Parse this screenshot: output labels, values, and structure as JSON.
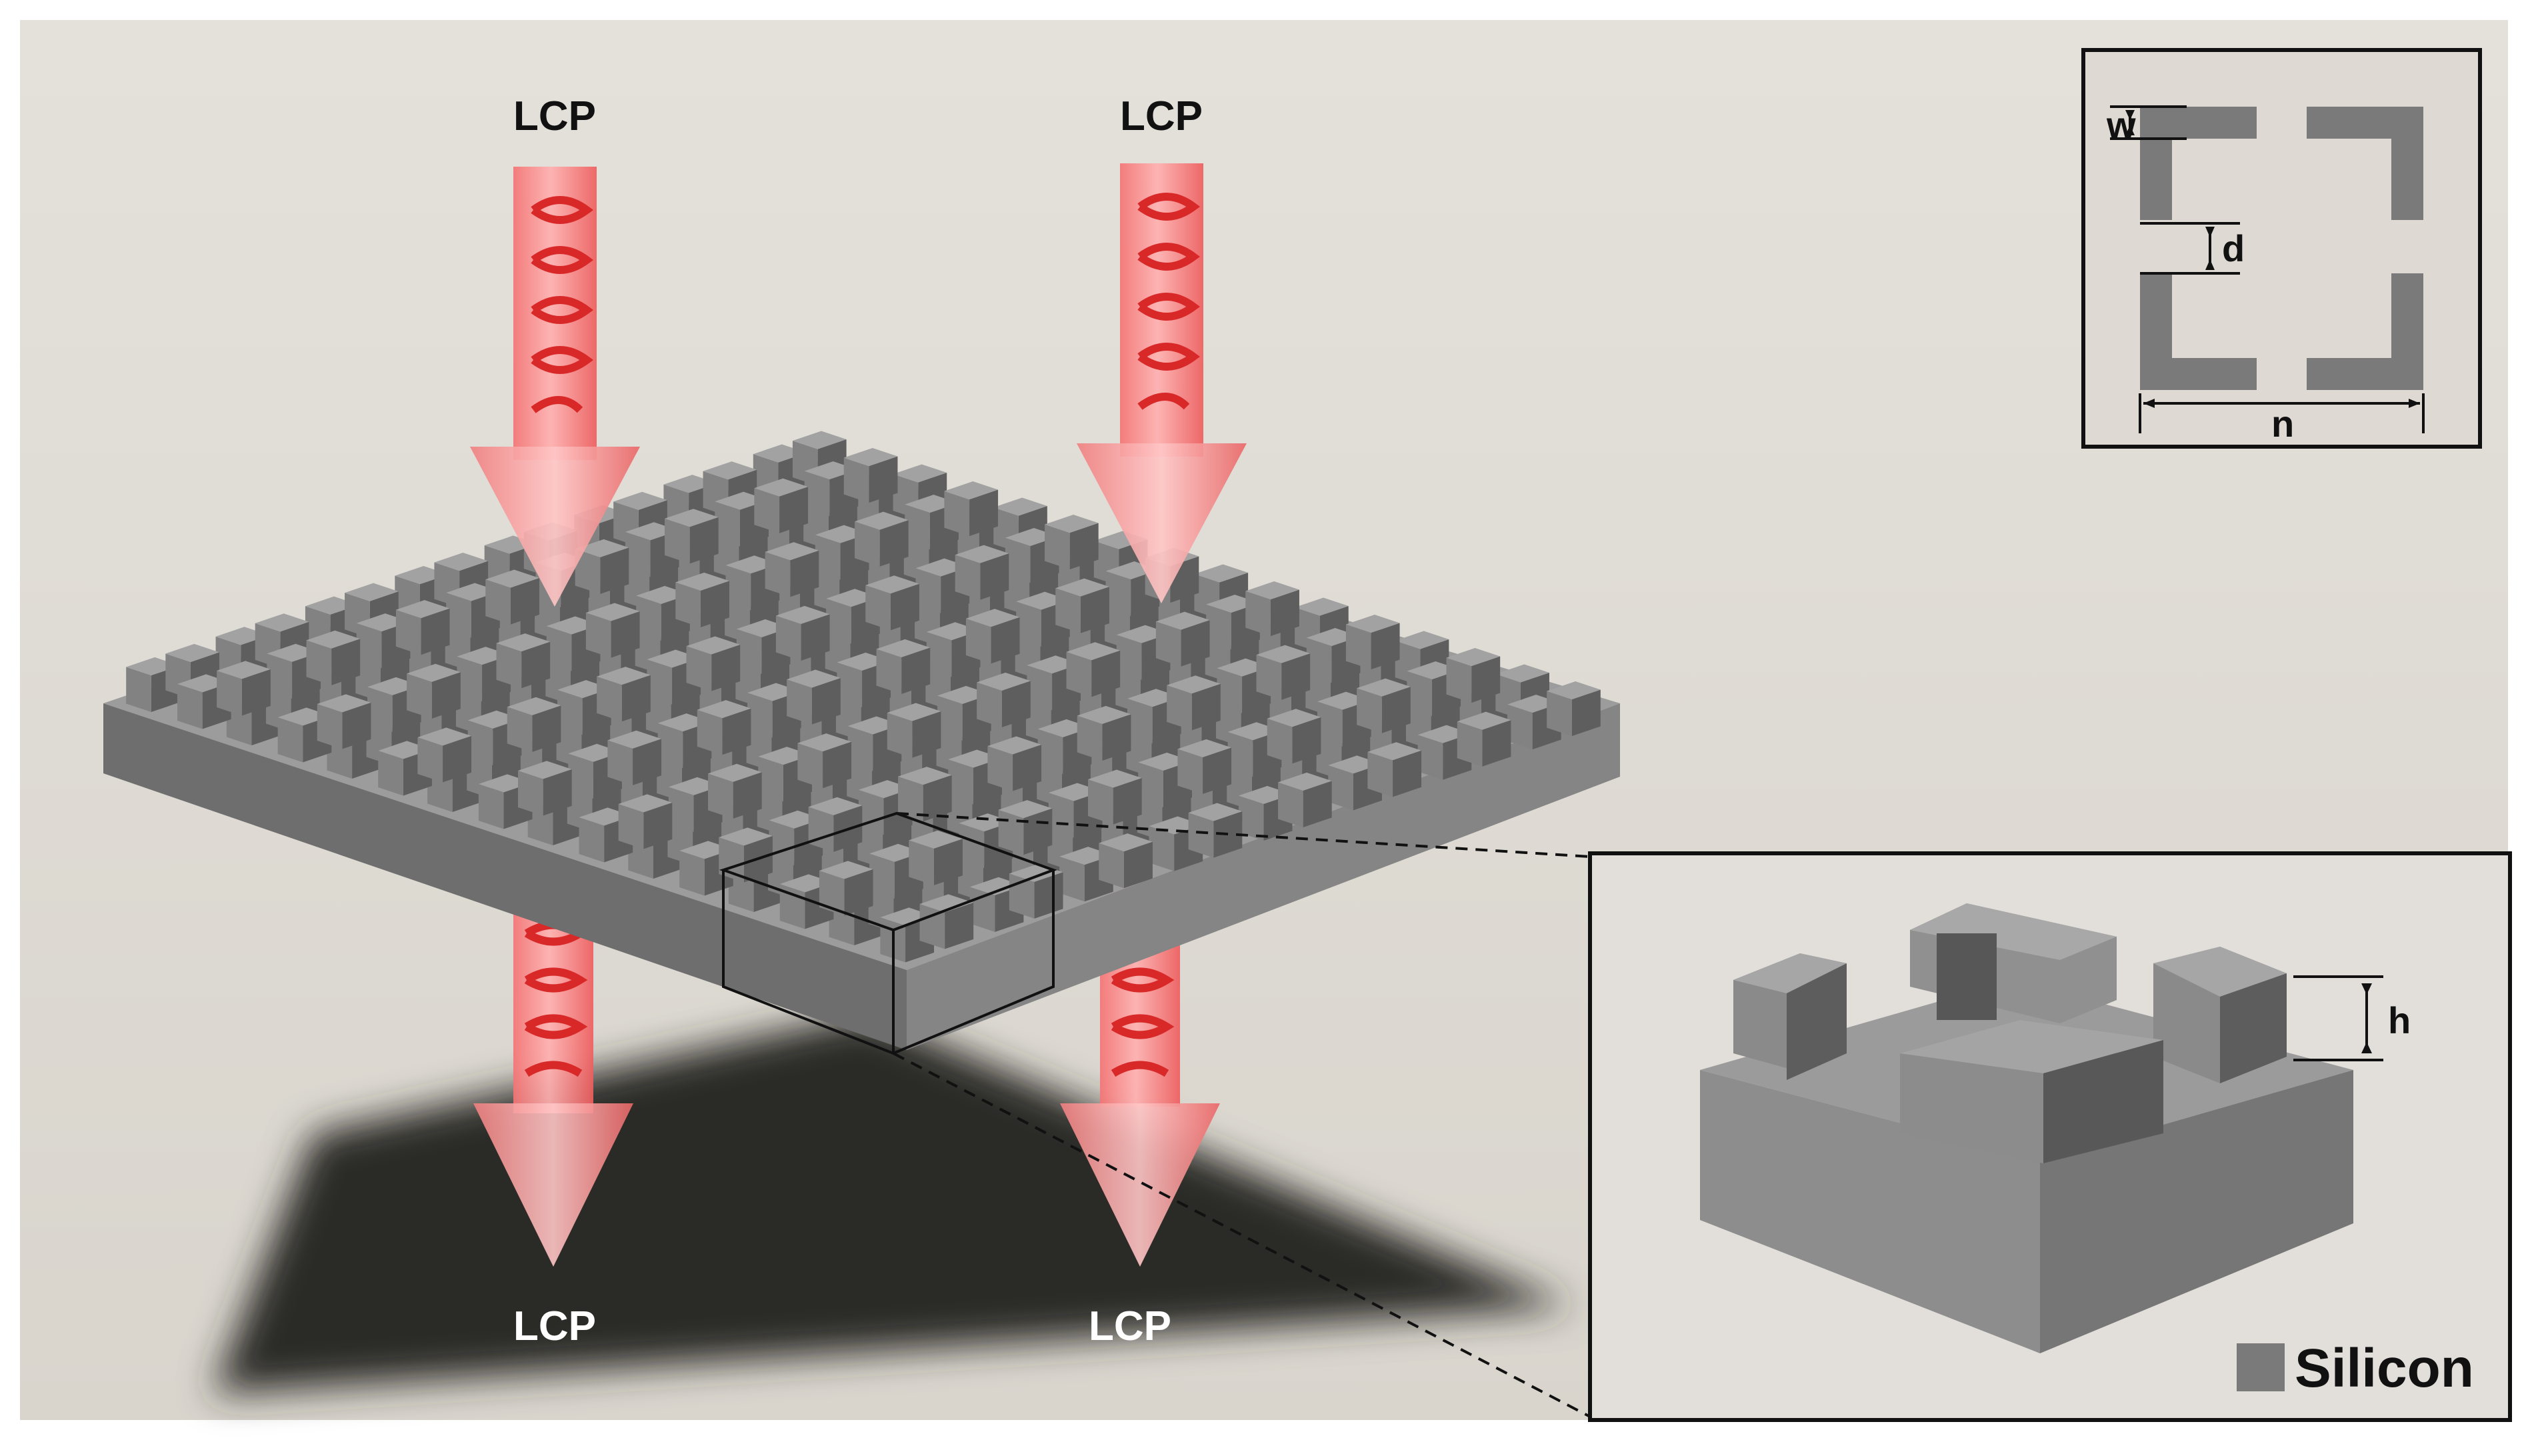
{
  "beam_labels": {
    "in_left": "LCP",
    "in_right": "LCP",
    "out_left": "LCP",
    "out_right": "LCP"
  },
  "inset_top": {
    "dim_w": "w",
    "dim_d": "d",
    "dim_n": "n"
  },
  "inset_unit": {
    "dim_h": "h",
    "legend_label": "Silicon"
  },
  "colors": {
    "background": "#dedad3",
    "silicon": "#7a7a7a",
    "beam": "#f26a6a",
    "spiral": "#d82828",
    "shadow": "#2b2926"
  }
}
